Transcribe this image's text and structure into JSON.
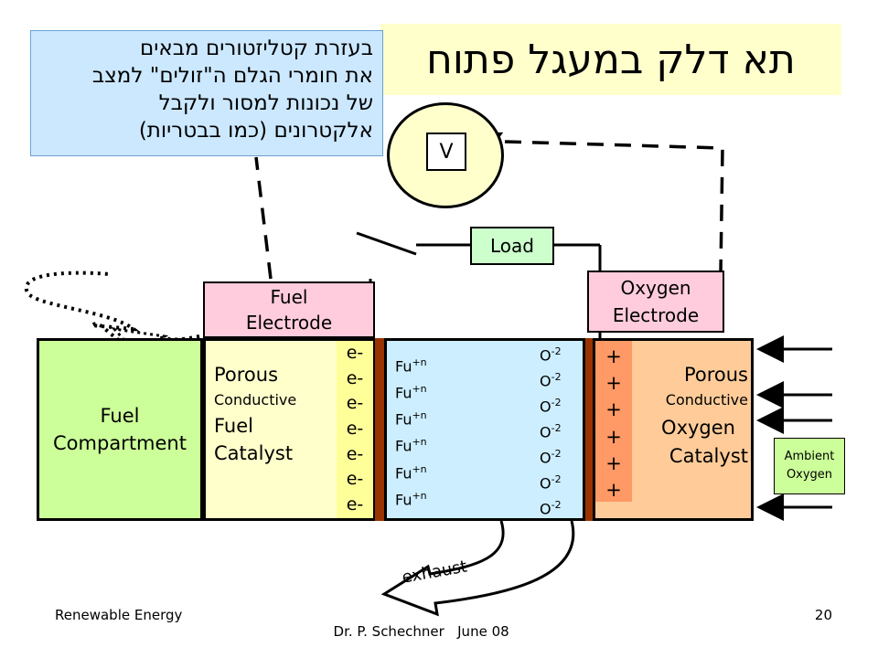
{
  "slide": {
    "title": "תא דלק במעגל פתוח",
    "note_lines": [
      "בעזרת קטליזטורים מבאים",
      "את חומרי הגלם ה\"זולים\" למצב",
      "של נכונות למסור ולקבל",
      "אלקטרונים (כמו בבטריות)"
    ],
    "voltmeter_label": "V",
    "load_label": "Load",
    "fuel_electrode_label": [
      "Fuel",
      "Electrode"
    ],
    "oxygen_electrode_label": [
      "Oxygen",
      "Electrode"
    ],
    "fuel_compartment_label": [
      "Fuel",
      "Compartment"
    ],
    "fuel_catalyst_label": [
      "Porous",
      "Conductive",
      "Fuel",
      "Catalyst"
    ],
    "oxygen_catalyst_label": [
      "Porous",
      "Conductive",
      "Oxygen",
      "Catalyst"
    ],
    "electrons": [
      "e-",
      "e-",
      "e-",
      "e-",
      "e-",
      "e-",
      "e-"
    ],
    "fuel_ions": [
      "Fu+n",
      "Fu+n",
      "Fu+n",
      "Fu+n",
      "Fu+n",
      "Fu+n"
    ],
    "oxygen_ions": [
      "O-2",
      "O-2",
      "O-2",
      "O-2",
      "O-2",
      "O-2",
      "O-2"
    ],
    "positive_charges": [
      "+",
      "+",
      "+",
      "+",
      "+",
      "+"
    ],
    "ambient_label": [
      "Ambient",
      "Oxygen"
    ],
    "exhaust_label": "exhaust",
    "colors": {
      "title_bg": "#ffffcc",
      "note_bg": "#cce8ff",
      "fuel_compartment": "#ccff99",
      "fuel_catalyst": "#ffffcc",
      "electron_band": "#ffff99",
      "electrolyte": "#cceeff",
      "electrode_plate": "#993300",
      "electrode_label": "#ffccdd",
      "oxygen_catalyst": "#ffcc99",
      "positive_band": "#ff9966",
      "ambient_box": "#ccff99",
      "voltmeter": "#ffffcc",
      "load": "#ccffcc"
    }
  },
  "footer": {
    "left": "Renewable Energy",
    "center": "Dr. P. Schechner   June 08",
    "page": "20"
  }
}
